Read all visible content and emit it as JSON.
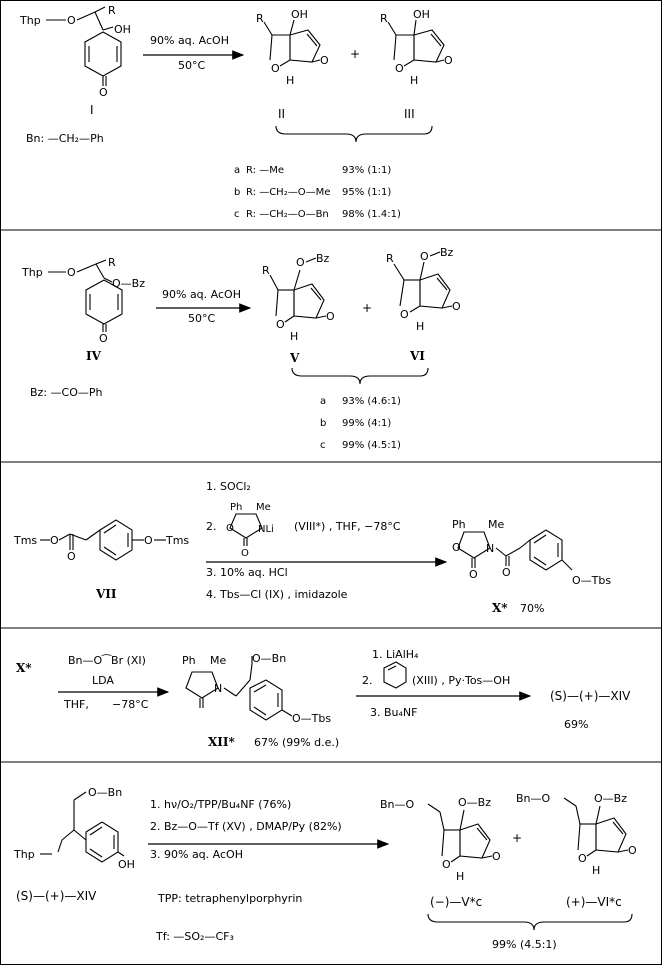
{
  "row1": {
    "reactant_label": "I",
    "substituent_thp": "Thp",
    "substituent_O": "O",
    "substituent_R": "R",
    "substituent_OH": "OH",
    "ketone_O": "O",
    "bn_def": "Bn: —CH₂—Ph",
    "conditions": [
      "90% aq. AcOH",
      "50°C"
    ],
    "product_II_label": "II",
    "product_III_label": "III",
    "plus": "+",
    "R": "R",
    "OH": "OH",
    "H": "H",
    "O": "O",
    "results": [
      {
        "key": "a",
        "R": "R: —Me",
        "yield": "93% (1:1)"
      },
      {
        "key": "b",
        "R": "R: —CH₂—O—Me",
        "yield": "95% (1:1)"
      },
      {
        "key": "c",
        "R": "R: —CH₂—O—Bn",
        "yield": "98% (1.4:1)"
      }
    ]
  },
  "row2": {
    "reactant_label": "IV",
    "substituent_thp": "Thp",
    "substituent_O": "O",
    "substituent_R": "R",
    "substituent_OBz": "O—Bz",
    "ketone_O": "O",
    "bz_def": "Bz: —CO—Ph",
    "conditions": [
      "90% aq. AcOH",
      "50°C"
    ],
    "product_V_label": "V",
    "product_VI_label": "VI",
    "plus": "+",
    "R": "R",
    "OBz": "O",
    "Bz": "Bz",
    "H": "H",
    "O": "O",
    "results": [
      {
        "key": "a",
        "yield": "93% (4.6:1)"
      },
      {
        "key": "b",
        "yield": "99% (4:1)"
      },
      {
        "key": "c",
        "yield": "99% (4.5:1)"
      }
    ]
  },
  "row3": {
    "reactant_label": "VII",
    "tms_left": "Tms",
    "tms_right": "Tms",
    "O": "O",
    "steps": [
      "1. SOCl₂",
      "2.",
      "(VIII*)  , THF,  −78°C",
      "3. 10% aq. HCl",
      "4. Tbs—Cl (IX)  , imidazole"
    ],
    "aux_Ph": "Ph",
    "aux_Me": "Me",
    "aux_NLi": "NLi",
    "product_label": "X*",
    "product_yield": "70%",
    "product_Ph": "Ph",
    "product_Tbs": "O—Tbs",
    "N": "N"
  },
  "row4": {
    "reactant_label": "X*",
    "reagent_top": "Bn—O⁀Br  (XI)",
    "reagent_mid": "LDA",
    "conditions": [
      "THF,",
      "−78°C"
    ],
    "product_label": "XII*",
    "product_yield": "67% (99% d.e.)",
    "product_Ph": "Ph",
    "product_Me": "Me",
    "product_OBn": "O—Bn",
    "product_Tbs": "O—Tbs",
    "N": "N",
    "steps": [
      "1. LiAlH₄",
      "2.",
      "(XIII)  , Py·Tos—OH",
      "3. Bu₄NF"
    ],
    "final_label": "(S)—(+)—XIV",
    "final_yield": "69%"
  },
  "row5": {
    "reactant_label": "(S)—(+)—XIV",
    "reactant_Thp": "Thp",
    "reactant_OBn": "O—Bn",
    "reactant_OH": "OH",
    "tpp_def": "TPP:  tetraphenylporphyrin",
    "tf_def": "Tf:  —SO₂—CF₃",
    "steps": [
      "1.  hν/O₂/TPP/Bu₄NF  (76%)",
      "2. Bz—O—Tf  (XV)   , DMAP/Py     (82%)",
      "3. 90% aq. AcOH"
    ],
    "product_1_label": "(−)—V*c",
    "product_2_label": "(+)—VI*c",
    "plus": "+",
    "Bn_O": "Bn—O",
    "Bz": "O—Bz",
    "H": "H",
    "O": "O",
    "yield": "99% (4.5:1)"
  }
}
